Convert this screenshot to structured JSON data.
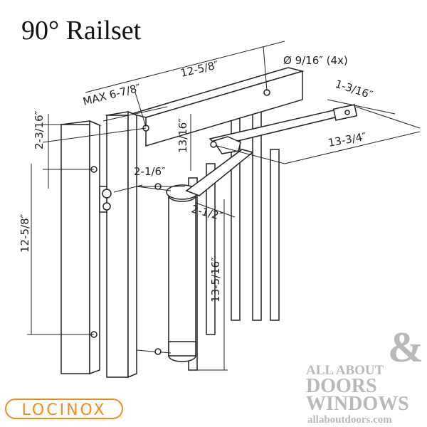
{
  "title": "90° Railset",
  "dimensions": {
    "rail_length": "12-5/8″",
    "max_offset": "MAX 6-7/8″",
    "hole_diameter": "Ø 9/16″ (4x)",
    "arm_offset": "1-3/16″",
    "arm_length": "13-3/4″",
    "post_top_offset": "2-3/16″",
    "bracket_offset": "13/16″",
    "bracket_spacing": "2-1/6″",
    "closer_offset": "2-1/2″",
    "post_hole_spacing": "12-5/8″",
    "closer_length": "13-5/16″"
  },
  "brand": {
    "logo": "LOCINOX",
    "color": "#f28c1e"
  },
  "watermark": {
    "line1": "ALL ABOUT",
    "line2": "DOORS",
    "line3": "WINDOWS",
    "amp": "&",
    "url": "allaboutdoors.com"
  }
}
